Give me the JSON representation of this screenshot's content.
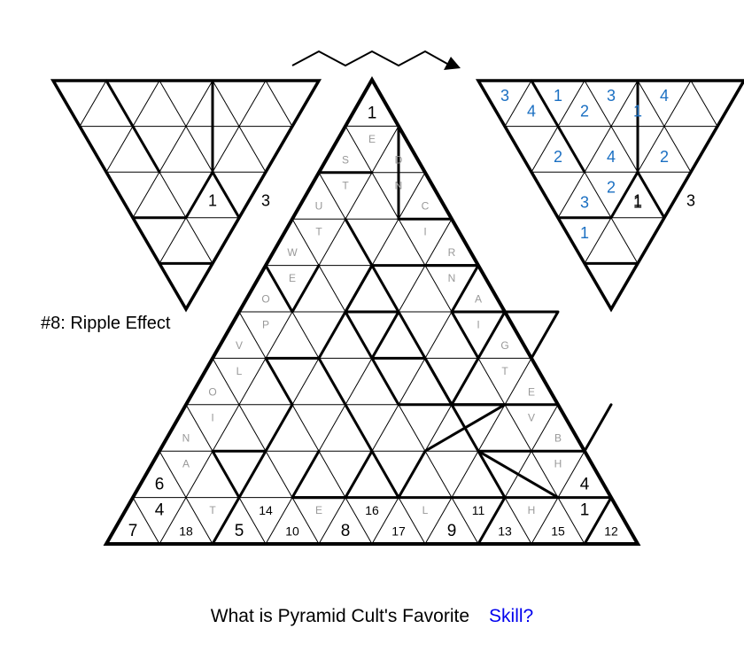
{
  "title": "#8: Ripple Effect",
  "question": "What is Pyramid Cult's Favorite",
  "answer": "Skill?",
  "colors": {
    "line": "#000000",
    "blank": "#999999",
    "solution": "#1a6fc2",
    "answer": "#0000ee"
  },
  "arrow_icon": "zigzag-arrow-right-icon",
  "example_given": [
    {
      "row": 2,
      "col": 3,
      "text": "1"
    },
    {
      "row": 2,
      "col": 5,
      "text": "3"
    }
  ],
  "example_solution": [
    {
      "row": 0,
      "col": 0,
      "text": "3"
    },
    {
      "row": 0,
      "col": 1,
      "text": "4"
    },
    {
      "row": 0,
      "col": 2,
      "text": "1"
    },
    {
      "row": 0,
      "col": 3,
      "text": "2"
    },
    {
      "row": 0,
      "col": 4,
      "text": "3"
    },
    {
      "row": 0,
      "col": 5,
      "text": "1"
    },
    {
      "row": 0,
      "col": 6,
      "text": "4"
    },
    {
      "row": 1,
      "col": 1,
      "text": "2"
    },
    {
      "row": 1,
      "col": 3,
      "text": "4"
    },
    {
      "row": 1,
      "col": 5,
      "text": "2"
    },
    {
      "row": 2,
      "col": 1,
      "text": "3"
    },
    {
      "row": 2,
      "col": 2,
      "text": "2"
    },
    {
      "row": 2,
      "col": 3,
      "text": "1"
    },
    {
      "row": 3,
      "col": 0,
      "text": "1"
    }
  ],
  "main_givens": [
    {
      "row": 0,
      "col": 0,
      "text": "1"
    },
    {
      "row": 8,
      "col": 0,
      "text": "6"
    },
    {
      "row": 8,
      "col": 16,
      "text": "4"
    },
    {
      "row": 9,
      "col": 0,
      "text": "7"
    },
    {
      "row": 9,
      "col": 1,
      "text": "4"
    },
    {
      "row": 9,
      "col": 2,
      "text": "18"
    },
    {
      "row": 9,
      "col": 4,
      "text": "5"
    },
    {
      "row": 9,
      "col": 5,
      "text": "14"
    },
    {
      "row": 9,
      "col": 6,
      "text": "10"
    },
    {
      "row": 9,
      "col": 8,
      "text": "8"
    },
    {
      "row": 9,
      "col": 9,
      "text": "16"
    },
    {
      "row": 9,
      "col": 10,
      "text": "17"
    },
    {
      "row": 9,
      "col": 12,
      "text": "9"
    },
    {
      "row": 9,
      "col": 13,
      "text": "11"
    },
    {
      "row": 9,
      "col": 14,
      "text": "13"
    },
    {
      "row": 9,
      "col": 16,
      "text": "15"
    },
    {
      "row": 9,
      "col": 17,
      "text": "1"
    },
    {
      "row": 9,
      "col": 18,
      "text": "12"
    }
  ],
  "main_letters": [
    {
      "row": 1,
      "col": 0,
      "text": "S"
    },
    {
      "row": 1,
      "col": 1,
      "text": "E"
    },
    {
      "row": 1,
      "col": 2,
      "text": "D"
    },
    {
      "row": 2,
      "col": 0,
      "text": "U"
    },
    {
      "row": 2,
      "col": 1,
      "text": "T"
    },
    {
      "row": 2,
      "col": 3,
      "text": "N"
    },
    {
      "row": 2,
      "col": 4,
      "text": "C"
    },
    {
      "row": 3,
      "col": 0,
      "text": "W"
    },
    {
      "row": 3,
      "col": 1,
      "text": "T"
    },
    {
      "row": 3,
      "col": 5,
      "text": "I"
    },
    {
      "row": 3,
      "col": 6,
      "text": "R"
    },
    {
      "row": 4,
      "col": 0,
      "text": "O"
    },
    {
      "row": 4,
      "col": 1,
      "text": "E"
    },
    {
      "row": 4,
      "col": 7,
      "text": "N"
    },
    {
      "row": 4,
      "col": 8,
      "text": "A"
    },
    {
      "row": 5,
      "col": 0,
      "text": "V"
    },
    {
      "row": 5,
      "col": 1,
      "text": "P"
    },
    {
      "row": 5,
      "col": 9,
      "text": "I"
    },
    {
      "row": 5,
      "col": 10,
      "text": "G"
    },
    {
      "row": 6,
      "col": 0,
      "text": "O"
    },
    {
      "row": 6,
      "col": 1,
      "text": "L"
    },
    {
      "row": 6,
      "col": 11,
      "text": "T"
    },
    {
      "row": 6,
      "col": 12,
      "text": "E"
    },
    {
      "row": 7,
      "col": 0,
      "text": "N"
    },
    {
      "row": 7,
      "col": 1,
      "text": "I"
    },
    {
      "row": 7,
      "col": 13,
      "text": "V"
    },
    {
      "row": 7,
      "col": 14,
      "text": "B"
    },
    {
      "row": 8,
      "col": 1,
      "text": "A"
    },
    {
      "row": 8,
      "col": 15,
      "text": "H"
    },
    {
      "row": 9,
      "col": 3,
      "text": "T"
    },
    {
      "row": 9,
      "col": 7,
      "text": "E"
    },
    {
      "row": 9,
      "col": 11,
      "text": "L"
    },
    {
      "row": 9,
      "col": 15,
      "text": "H"
    }
  ]
}
